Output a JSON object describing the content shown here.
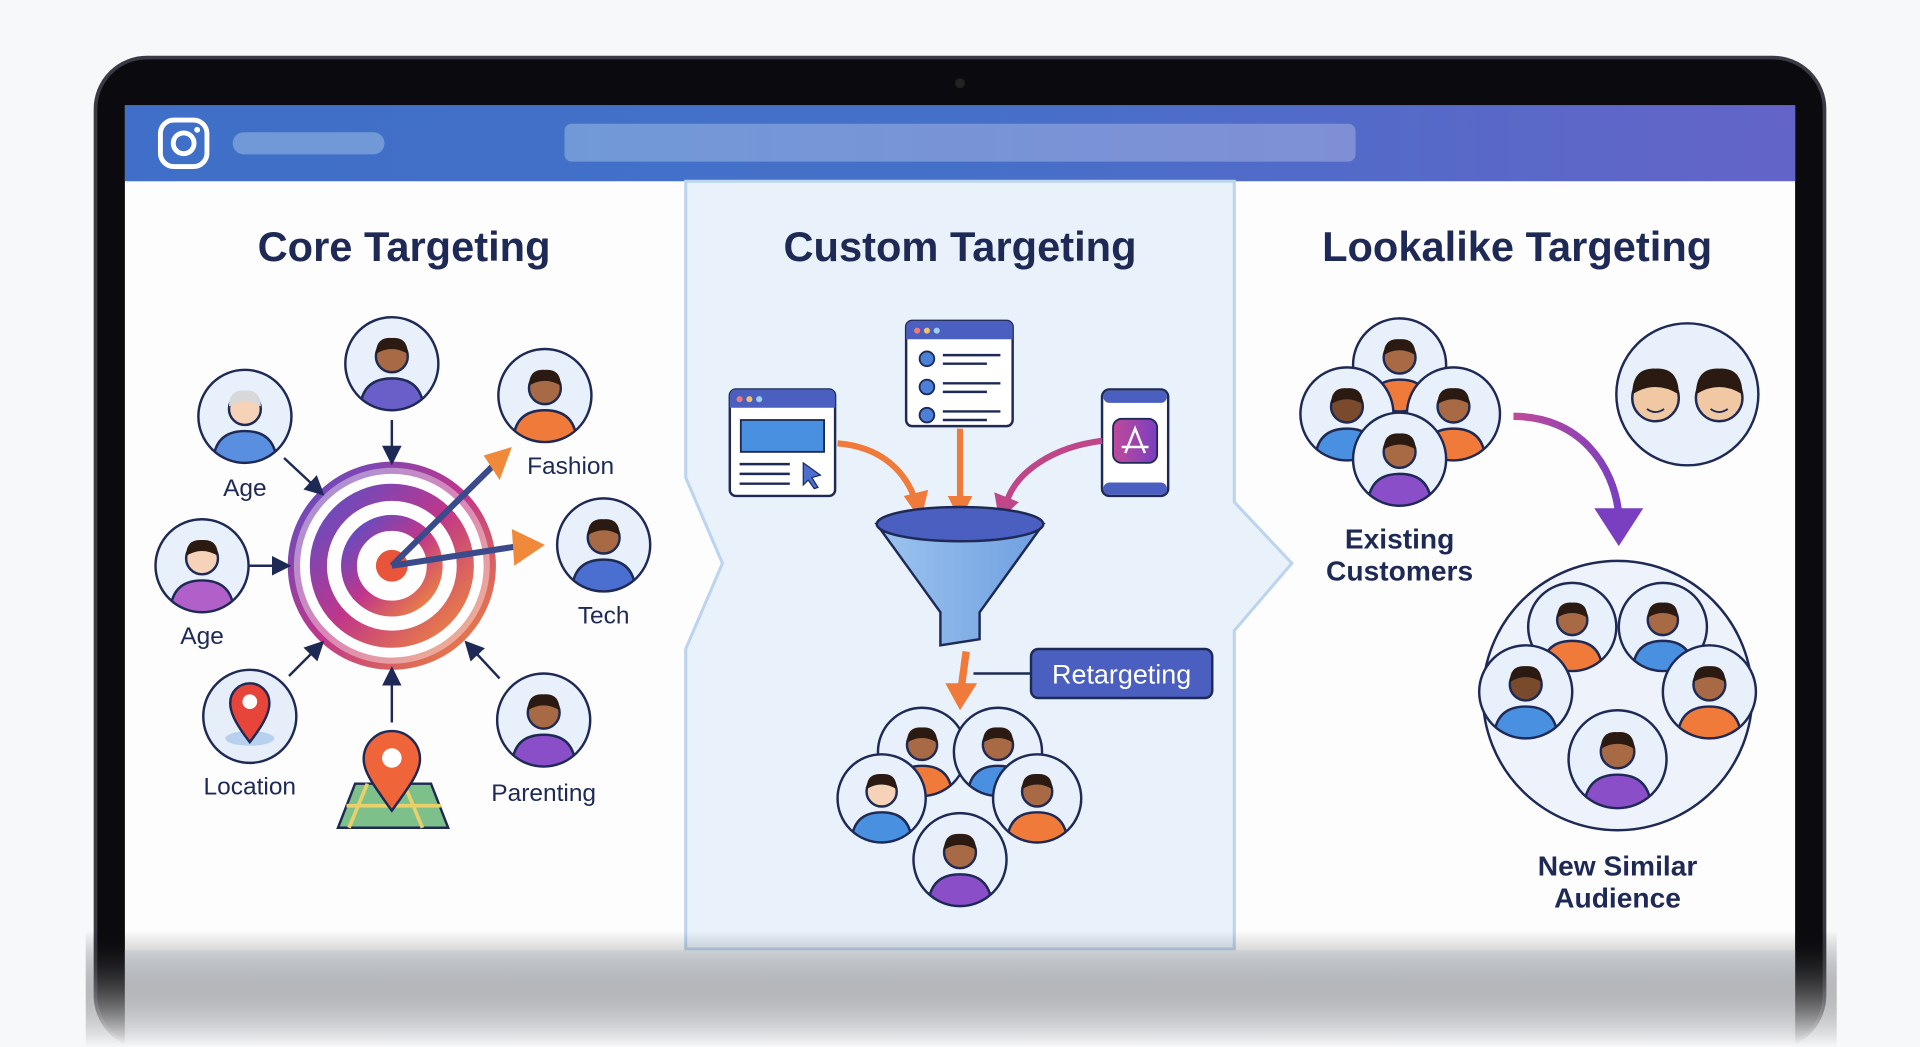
{
  "browser": {
    "logo_icon": "instagram-icon"
  },
  "colors": {
    "header_start": "#3f6fc8",
    "header_end": "#6464c8",
    "ink": "#1e2a55",
    "accent_orange": "#f07a3a",
    "accent_purple": "#8a3fb0",
    "panel_blue": "#e8f1fb",
    "button_blue": "#4a5fc0"
  },
  "core": {
    "title": "Core Targeting",
    "labels": {
      "age_1": "Age",
      "fashion": "Fashion",
      "age_2": "Age",
      "tech": "Tech",
      "location": "Location",
      "parenting": "Parenting"
    }
  },
  "custom": {
    "title": "Custom Targeting",
    "retargeting_label": "Retargeting"
  },
  "lookalike": {
    "title": "Lookalike Targeting",
    "existing_line1": "Existing",
    "existing_line2": "Customers",
    "new_line1": "New Similar",
    "new_line2": "Audience"
  }
}
